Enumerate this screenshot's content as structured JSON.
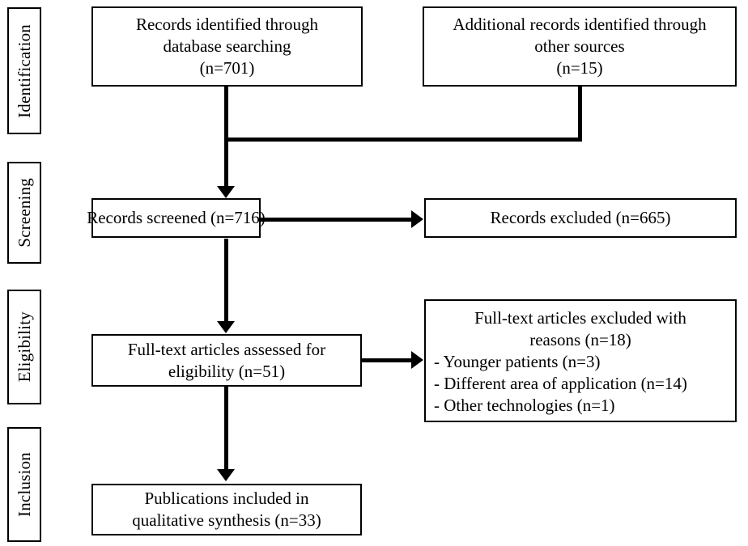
{
  "diagram": {
    "title": "PRISMA flow diagram",
    "type": "flowchart",
    "stages": [
      {
        "id": "identification",
        "label": "Identification"
      },
      {
        "id": "screening",
        "label": "Screening"
      },
      {
        "id": "eligibility",
        "label": "Eligibility"
      },
      {
        "id": "inclusion",
        "label": "Inclusion"
      }
    ],
    "nodes": {
      "database_records": {
        "line1": "Records identified through",
        "line2": "database searching",
        "line3": "(n=701)",
        "count": 701
      },
      "other_records": {
        "line1": "Additional records identified through",
        "line2": "other sources",
        "line3": "(n=15)",
        "count": 15
      },
      "records_screened": {
        "line1": "Records screened (n=716)",
        "count": 716
      },
      "records_excluded": {
        "line1": "Records excluded (n=665)",
        "count": 665
      },
      "fulltext_assessed": {
        "line1": "Full-text articles assessed for",
        "line2": "eligibility (n=51)",
        "count": 51
      },
      "fulltext_excluded": {
        "head1": "Full-text articles excluded with",
        "head2": "reasons (n=18)",
        "count": 18,
        "reasons": [
          "-  Younger patients (n=3)",
          "-  Different area of application (n=14)",
          "-  Other technologies (n=1)"
        ]
      },
      "publications_included": {
        "line1": "Publications included in",
        "line2": "qualitative synthesis (n=33)",
        "count": 33
      }
    }
  }
}
